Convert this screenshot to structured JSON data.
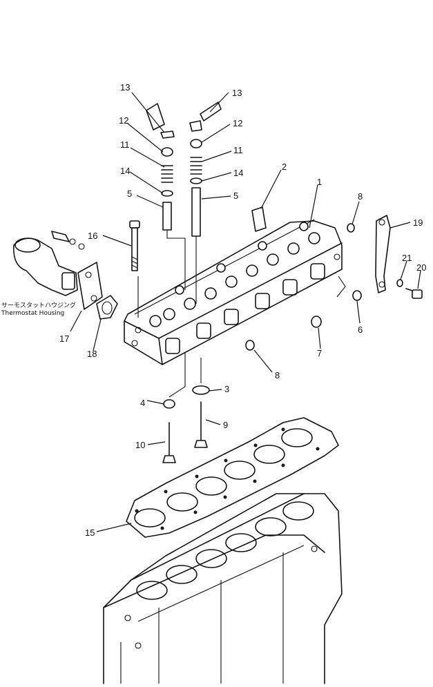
{
  "note": {
    "japanese": "サーモスタットハウジング",
    "english": "Thermostat Housing"
  },
  "callouts": {
    "c1": "1",
    "c2": "2",
    "c3": "3",
    "c4": "4",
    "c5a": "5",
    "c5b": "5",
    "c6": "6",
    "c7": "7",
    "c8a": "8",
    "c8b": "8",
    "c9": "9",
    "c10": "10",
    "c11a": "11",
    "c11b": "11",
    "c12a": "12",
    "c12b": "12",
    "c13a": "13",
    "c13b": "13",
    "c14a": "14",
    "c14b": "14",
    "c15": "15",
    "c16": "16",
    "c17": "17",
    "c18": "18",
    "c19": "19",
    "c20": "20",
    "c21": "21"
  }
}
